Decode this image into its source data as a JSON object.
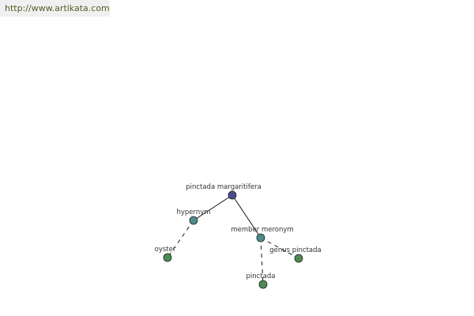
{
  "watermark": "http://www.artikata.com",
  "colors": {
    "root": "#4a4a8f",
    "relation": "#4e8c8c",
    "leaf": "#4f8a55",
    "edge": "#000000"
  },
  "nodes": {
    "root": {
      "label": "pinctada margaritifera",
      "kind": "root"
    },
    "hypernym": {
      "label": "hypernym",
      "kind": "relation"
    },
    "member_meronym": {
      "label": "member meronym",
      "kind": "relation"
    },
    "oyster": {
      "label": "oyster",
      "kind": "leaf"
    },
    "genus_pinctada": {
      "label": "genus pinctada",
      "kind": "leaf"
    },
    "pinctada": {
      "label": "pinctada",
      "kind": "leaf"
    }
  },
  "edges": [
    {
      "from": "root",
      "to": "hypernym",
      "style": "solid"
    },
    {
      "from": "root",
      "to": "member_meronym",
      "style": "solid"
    },
    {
      "from": "hypernym",
      "to": "oyster",
      "style": "dashed"
    },
    {
      "from": "member_meronym",
      "to": "genus_pinctada",
      "style": "dashed"
    },
    {
      "from": "member_meronym",
      "to": "pinctada",
      "style": "dashed"
    }
  ]
}
